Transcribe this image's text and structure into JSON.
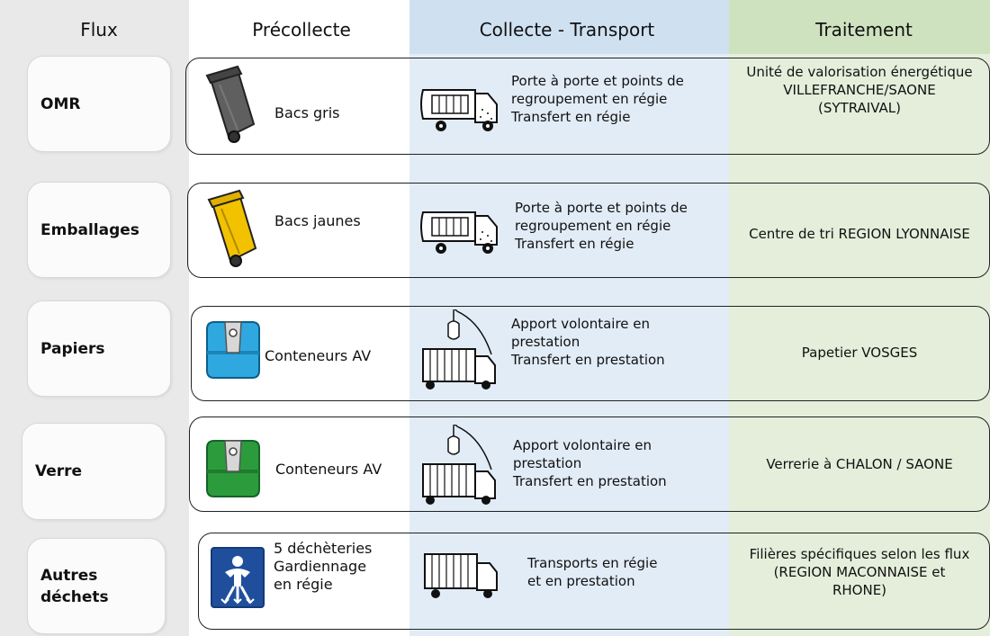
{
  "headers": {
    "flux": "Flux",
    "precollecte": "Précollecte",
    "collecte": "Collecte - Transport",
    "traitement": "Traitement"
  },
  "rows": [
    {
      "flux": "OMR",
      "precollecte": "Bacs gris",
      "collecte": "Porte à porte et points de\nregroupement en régie\nTransfert en régie",
      "traitement": "Unité de valorisation énergétique\nVILLEFRANCHE/SAONE\n(SYTRAIVAL)"
    },
    {
      "flux": "Emballages",
      "precollecte": "Bacs jaunes",
      "collecte": "Porte à porte et points de\nregroupement en régie\nTransfert en régie",
      "traitement": "Centre de tri REGION LYONNAISE"
    },
    {
      "flux": "Papiers",
      "precollecte": "Conteneurs AV",
      "collecte": "Apport volontaire en\nprestation\nTransfert en prestation",
      "traitement": "Papetier VOSGES"
    },
    {
      "flux": "Verre",
      "precollecte": "Conteneurs AV",
      "collecte": "Apport volontaire en\nprestation\nTransfert en prestation",
      "traitement": "Verrerie à CHALON / SAONE"
    },
    {
      "flux": "Autres\ndéchets",
      "precollecte": "5 déchèteries\nGardiennage\nen régie",
      "collecte": "Transports en régie\net en prestation",
      "traitement": "Filières spécifiques selon les flux\n(REGION MACONNAISE et\nRHONE)"
    }
  ],
  "colors": {
    "bin_grey": "#5f5f5f",
    "bin_yellow": "#f2c200",
    "container_blue": "#2fa8df",
    "container_green": "#2c9b3c",
    "dechetterie_blue": "#1f4f9c",
    "collecte_band": "#e2ecf7",
    "traitement_band": "#e4eedb",
    "flux_band": "#e9e9e9"
  },
  "icons": {
    "bins": [
      "grey-wheelie-bin-icon",
      "yellow-wheelie-bin-icon"
    ],
    "containers": [
      "blue-drop-off-container-icon",
      "green-drop-off-container-icon"
    ],
    "trucks": [
      "refuse-truck-icon",
      "crane-truck-icon",
      "box-truck-icon"
    ],
    "dechetterie": "dechetterie-sign-icon"
  }
}
